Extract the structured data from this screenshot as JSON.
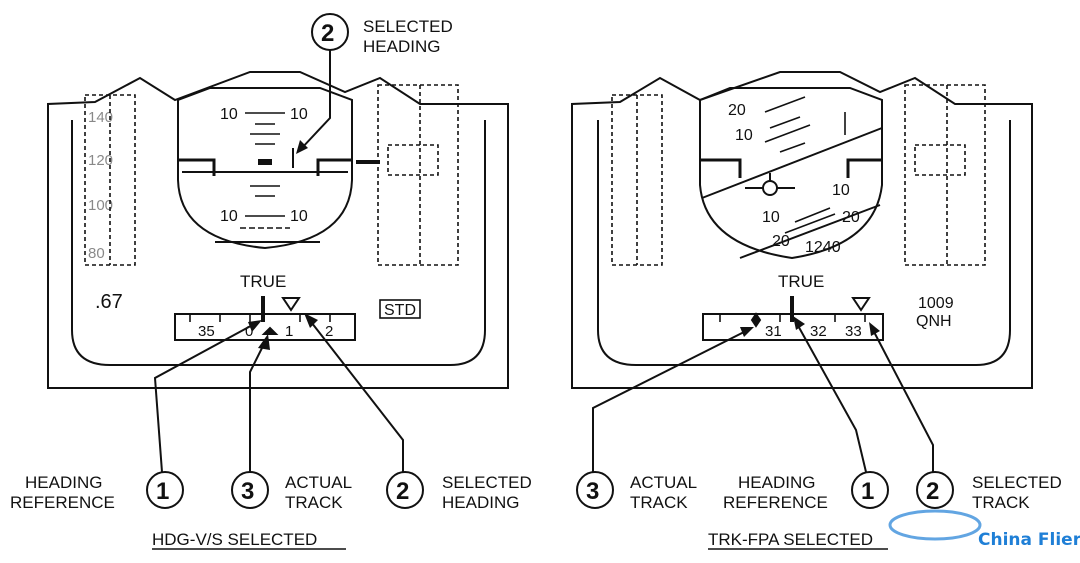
{
  "left_panel": {
    "caption": "HDG-V/S  SELECTED",
    "true_label": "TRUE",
    "mach": ".67",
    "baro": "STD",
    "pitch_top_left": "10",
    "pitch_top_right": "10",
    "pitch_bottom_left": "10",
    "pitch_bottom_right": "10",
    "heading_scale": [
      "35",
      "0",
      "1",
      "2"
    ],
    "callouts": [
      {
        "number": "1",
        "line1": "HEADING",
        "line2": "REFERENCE"
      },
      {
        "number": "3",
        "line1": "ACTUAL",
        "line2": "TRACK"
      },
      {
        "number": "2",
        "line1": "SELECTED",
        "line2": "HEADING"
      }
    ],
    "top_callout": {
      "number": "2",
      "line1": "SELECTED",
      "line2": "HEADING"
    }
  },
  "right_panel": {
    "caption": "TRK-FPA SELECTED",
    "true_label": "TRUE",
    "baro_value": "1009",
    "baro_unit": "QNH",
    "pitch_labels": [
      "20",
      "10",
      "10",
      "10",
      "20",
      "20"
    ],
    "altitude_readout": "1240",
    "heading_scale": [
      "31",
      "32",
      "33"
    ],
    "callouts": [
      {
        "number": "3",
        "line1": "ACTUAL",
        "line2": "TRACK"
      },
      {
        "number": "1",
        "line1": "HEADING",
        "line2": "REFERENCE"
      },
      {
        "number": "2",
        "line1": "SELECTED",
        "line2": "TRACK"
      }
    ]
  },
  "watermark": {
    "text": "China Flier",
    "color": "#1f7fd6",
    "accent": "#e53a2a"
  }
}
